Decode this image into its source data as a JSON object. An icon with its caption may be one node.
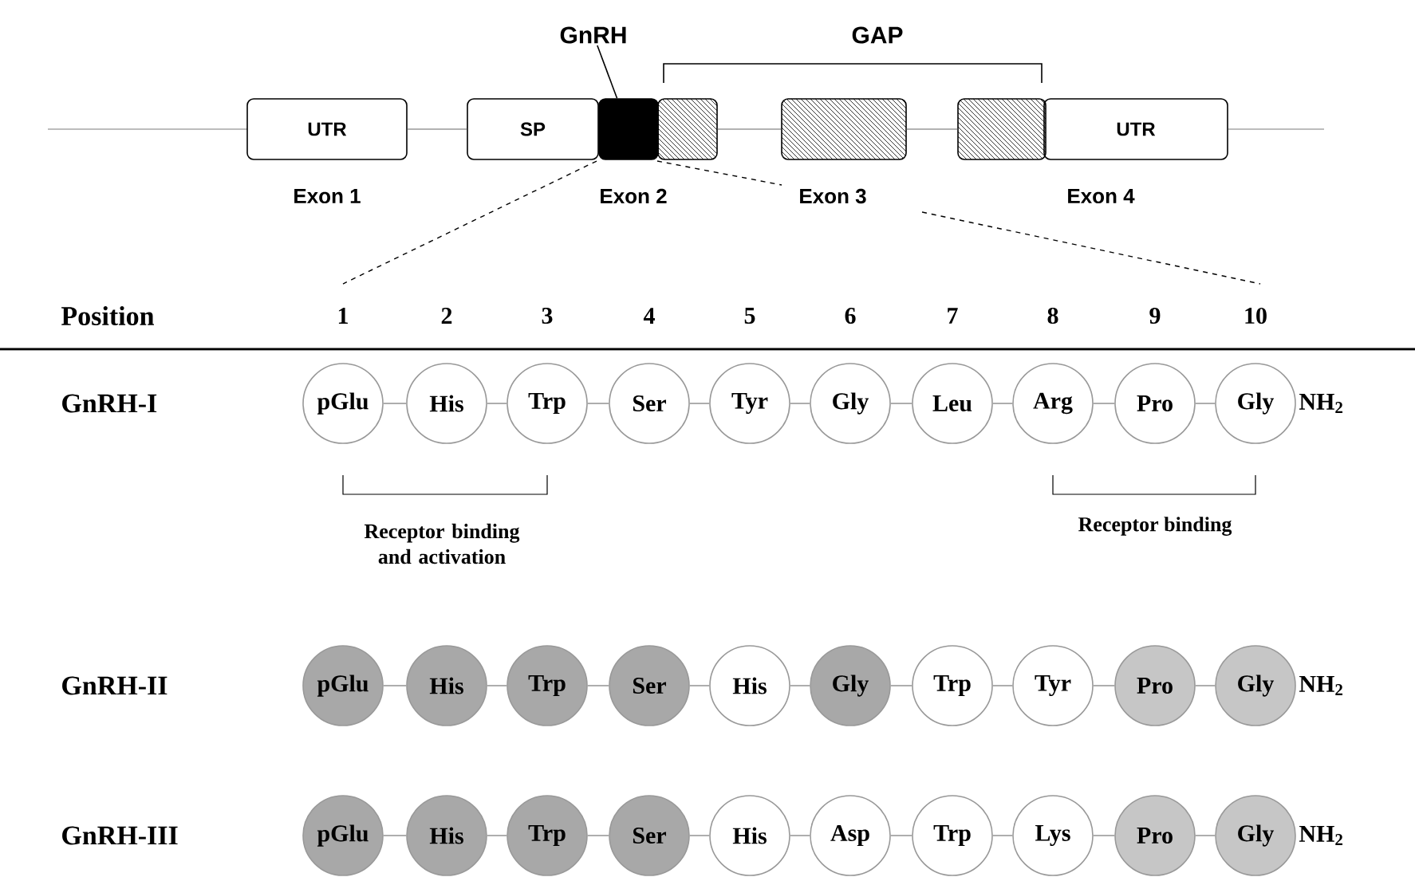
{
  "diagram": {
    "nodes": [
      {
        "text": [
          "GnRH"
        ]
      },
      {
        "text": [
          "UTR"
        ]
      },
      {
        "text": [
          "SP"
        ]
      },
      {
        "text": [],
        "shape": "box"
      },
      {
        "text": [],
        "shape": "box"
      },
      {
        "text": [],
        "shape": "box"
      },
      {
        "text": [],
        "shape": "box"
      },
      {
        "text": [
          "UTR"
        ]
      },
      {
        "text": [
          "pGlu"
        ]
      },
      {
        "text": [
          "His"
        ]
      },
      {
        "text": [
          "Trp"
        ]
      },
      {
        "text": [
          "Ser"
        ]
      },
      {
        "text": [
          "Tyr"
        ]
      },
      {
        "text": [
          "Gly"
        ]
      },
      {
        "text": [
          "Leu"
        ]
      },
      {
        "text": [
          "Arg"
        ]
      },
      {
        "text": [
          "Pro"
        ]
      },
      {
        "text": [
          "Gly"
        ]
      },
      {
        "text": [
          "pGlu"
        ]
      },
      {
        "text": [
          "His"
        ]
      },
      {
        "text": [
          "Trp"
        ]
      },
      {
        "text": [
          "Ser"
        ]
      },
      {
        "text": [
          "His"
        ]
      },
      {
        "text": [
          "Gly"
        ]
      },
      {
        "text": [
          "Trp"
        ]
      },
      {
        "text": [
          "Tyr"
        ]
      },
      {
        "text": [
          "Pro"
        ]
      },
      {
        "text": [
          "Gly"
        ]
      },
      {
        "text": [
          "pGlu"
        ]
      },
      {
        "text": [
          "His"
        ]
      },
      {
        "text": [
          "Trp"
        ]
      },
      {
        "text": [
          "Ser"
        ]
      },
      {
        "text": [
          "His"
        ]
      },
      {
        "text": [
          "Asp"
        ]
      },
      {
        "text": [
          "Trp"
        ]
      },
      {
        "text": [
          "Lys"
        ]
      },
      {
        "text": [
          "Pro"
        ]
      },
      {
        "text": [
          "Gly"
        ]
      }
    ],
    "edges": [
      {
        "from": 0,
        "to": 3,
        "arrow": "none",
        "color": "#000000"
      },
      {
        "from": 1,
        "to": 2,
        "arrow": "none"
      },
      {
        "from": 4,
        "to": 5,
        "arrow": "none"
      },
      {
        "from": 5,
        "to": 6,
        "arrow": "none"
      },
      {
        "from": 8,
        "to": 9,
        "arrow": "none"
      },
      {
        "from": 9,
        "to": 10,
        "arrow": "none"
      },
      {
        "from": 10,
        "to": 11,
        "arrow": "none"
      },
      {
        "from": 11,
        "to": 12,
        "arrow": "none"
      },
      {
        "from": 12,
        "to": 13,
        "arrow": "none"
      },
      {
        "from": 13,
        "to": 14,
        "arrow": "none"
      },
      {
        "from": 14,
        "to": 15,
        "arrow": "none"
      },
      {
        "from": 15,
        "to": 16,
        "arrow": "none"
      },
      {
        "from": 16,
        "to": 17,
        "arrow": "none"
      },
      {
        "from": 18,
        "to": 19,
        "arrow": "none"
      },
      {
        "from": 19,
        "to": 20,
        "arrow": "none"
      },
      {
        "from": 20,
        "to": 21,
        "arrow": "none"
      },
      {
        "from": 21,
        "to": 22,
        "arrow": "none"
      },
      {
        "from": 22,
        "to": 23,
        "arrow": "none"
      },
      {
        "from": 23,
        "to": 24,
        "arrow": "none"
      },
      {
        "from": 24,
        "to": 25,
        "arrow": "none"
      },
      {
        "from": 25,
        "to": 26,
        "arrow": "none"
      },
      {
        "from": 26,
        "to": 27,
        "arrow": "none"
      },
      {
        "from": 28,
        "to": 29,
        "arrow": "none"
      },
      {
        "from": 29,
        "to": 30,
        "arrow": "none"
      },
      {
        "from": 30,
        "to": 31,
        "arrow": "none"
      },
      {
        "from": 31,
        "to": 32,
        "arrow": "none"
      },
      {
        "from": 32,
        "to": 33,
        "arrow": "none"
      },
      {
        "from": 33,
        "to": 34,
        "arrow": "none"
      },
      {
        "from": 34,
        "to": 35,
        "arrow": "none"
      },
      {
        "from": 35,
        "to": 36,
        "arrow": "none"
      },
      {
        "from": 36,
        "to": 37,
        "arrow": "none"
      }
    ],
    "labels": [
      "GAP",
      "Exon 1",
      "Exon 2",
      "Exon 3",
      "Exon 4",
      "Position",
      "1",
      "2",
      "3",
      "4",
      "5",
      "6",
      "7",
      "8",
      "9",
      "10",
      "GnRH-I",
      "NH$_{2}$",
      "Receptor binding and activation",
      "Receptor binding",
      "GnRH-II",
      "NH$_{2}$",
      "GnRH-III",
      "NH$_{2}$"
    ]
  }
}
